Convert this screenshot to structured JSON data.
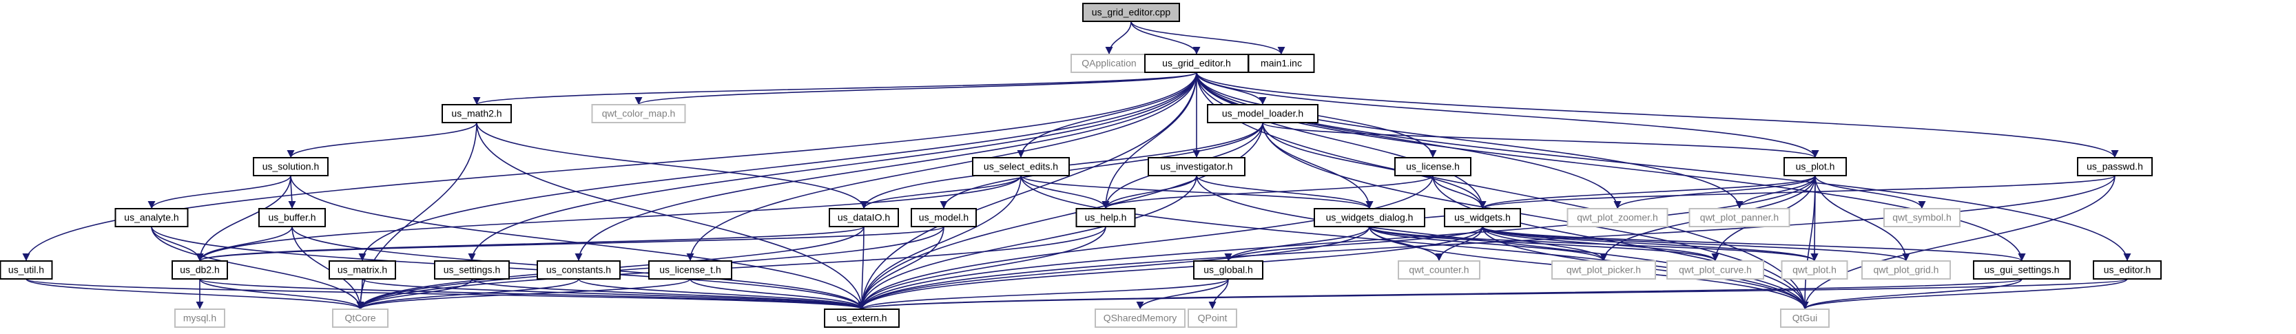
{
  "diagram": {
    "type": "include-dependency-graph",
    "colors": {
      "edge": "#191970",
      "root_fill": "#bfbfbf",
      "node_border": "#000000",
      "external_border": "#bfbfbf",
      "external_text": "#7f7f7f",
      "text": "#000000"
    },
    "nodes": [
      {
        "id": "us_grid_editor_cpp",
        "label": "us_grid_editor.cpp",
        "kind": "root"
      },
      {
        "id": "QApplication",
        "label": "QApplication",
        "kind": "external"
      },
      {
        "id": "us_grid_editor_h",
        "label": "us_grid_editor.h",
        "kind": "file"
      },
      {
        "id": "main1_inc",
        "label": "main1.inc",
        "kind": "file"
      },
      {
        "id": "us_math2_h",
        "label": "us_math2.h",
        "kind": "file"
      },
      {
        "id": "qwt_color_map_h",
        "label": "qwt_color_map.h",
        "kind": "external"
      },
      {
        "id": "us_model_loader_h",
        "label": "us_model_loader.h",
        "kind": "file"
      },
      {
        "id": "us_solution_h",
        "label": "us_solution.h",
        "kind": "file"
      },
      {
        "id": "us_select_edits_h",
        "label": "us_select_edits.h",
        "kind": "file"
      },
      {
        "id": "us_investigator_h",
        "label": "us_investigator.h",
        "kind": "file"
      },
      {
        "id": "us_license_h",
        "label": "us_license.h",
        "kind": "file"
      },
      {
        "id": "us_plot_h",
        "label": "us_plot.h",
        "kind": "file"
      },
      {
        "id": "us_passwd_h",
        "label": "us_passwd.h",
        "kind": "file"
      },
      {
        "id": "us_analyte_h",
        "label": "us_analyte.h",
        "kind": "file"
      },
      {
        "id": "us_buffer_h",
        "label": "us_buffer.h",
        "kind": "file"
      },
      {
        "id": "us_dataIO_h",
        "label": "us_dataIO.h",
        "kind": "file"
      },
      {
        "id": "us_model_h",
        "label": "us_model.h",
        "kind": "file"
      },
      {
        "id": "us_help_h",
        "label": "us_help.h",
        "kind": "file"
      },
      {
        "id": "us_widgets_dialog_h",
        "label": "us_widgets_dialog.h",
        "kind": "file"
      },
      {
        "id": "us_widgets_h",
        "label": "us_widgets.h",
        "kind": "file"
      },
      {
        "id": "qwt_plot_zoomer_h",
        "label": "qwt_plot_zoomer.h",
        "kind": "external"
      },
      {
        "id": "qwt_plot_panner_h",
        "label": "qwt_plot_panner.h",
        "kind": "external"
      },
      {
        "id": "qwt_symbol_h",
        "label": "qwt_symbol.h",
        "kind": "external"
      },
      {
        "id": "us_util_h",
        "label": "us_util.h",
        "kind": "file"
      },
      {
        "id": "us_db2_h",
        "label": "us_db2.h",
        "kind": "file"
      },
      {
        "id": "us_matrix_h",
        "label": "us_matrix.h",
        "kind": "file"
      },
      {
        "id": "us_settings_h",
        "label": "us_settings.h",
        "kind": "file"
      },
      {
        "id": "us_constants_h",
        "label": "us_constants.h",
        "kind": "file"
      },
      {
        "id": "us_license_t_h",
        "label": "us_license_t.h",
        "kind": "file"
      },
      {
        "id": "us_global_h",
        "label": "us_global.h",
        "kind": "file"
      },
      {
        "id": "qwt_counter_h",
        "label": "qwt_counter.h",
        "kind": "external"
      },
      {
        "id": "qwt_plot_picker_h",
        "label": "qwt_plot_picker.h",
        "kind": "external"
      },
      {
        "id": "qwt_plot_curve_h",
        "label": "qwt_plot_curve.h",
        "kind": "external"
      },
      {
        "id": "qwt_plot_h",
        "label": "qwt_plot.h",
        "kind": "external"
      },
      {
        "id": "qwt_plot_grid_h",
        "label": "qwt_plot_grid.h",
        "kind": "external"
      },
      {
        "id": "us_gui_settings_h",
        "label": "us_gui_settings.h",
        "kind": "file"
      },
      {
        "id": "us_editor_h",
        "label": "us_editor.h",
        "kind": "file"
      },
      {
        "id": "mysql_h",
        "label": "mysql.h",
        "kind": "external"
      },
      {
        "id": "QtCore",
        "label": "QtCore",
        "kind": "external"
      },
      {
        "id": "us_extern_h",
        "label": "us_extern.h",
        "kind": "file"
      },
      {
        "id": "QSharedMemory",
        "label": "QSharedMemory",
        "kind": "external"
      },
      {
        "id": "QPoint",
        "label": "QPoint",
        "kind": "external"
      },
      {
        "id": "QtGui",
        "label": "QtGui",
        "kind": "external"
      }
    ],
    "edges": [
      [
        "us_grid_editor_cpp",
        "QApplication"
      ],
      [
        "us_grid_editor_cpp",
        "us_grid_editor_h"
      ],
      [
        "us_grid_editor_cpp",
        "main1_inc"
      ],
      [
        "us_grid_editor_h",
        "us_math2_h"
      ],
      [
        "us_grid_editor_h",
        "qwt_color_map_h"
      ],
      [
        "us_grid_editor_h",
        "us_model_loader_h"
      ],
      [
        "us_grid_editor_h",
        "us_select_edits_h"
      ],
      [
        "us_grid_editor_h",
        "us_investigator_h"
      ],
      [
        "us_grid_editor_h",
        "us_license_h"
      ],
      [
        "us_grid_editor_h",
        "us_plot_h"
      ],
      [
        "us_grid_editor_h",
        "us_passwd_h"
      ],
      [
        "us_grid_editor_h",
        "us_util_h"
      ],
      [
        "us_grid_editor_h",
        "us_matrix_h"
      ],
      [
        "us_grid_editor_h",
        "us_settings_h"
      ],
      [
        "us_grid_editor_h",
        "us_constants_h"
      ],
      [
        "us_grid_editor_h",
        "us_license_t_h"
      ],
      [
        "us_grid_editor_h",
        "us_help_h"
      ],
      [
        "us_grid_editor_h",
        "us_widgets_h"
      ],
      [
        "us_grid_editor_h",
        "us_extern_h"
      ],
      [
        "us_grid_editor_h",
        "qwt_plot_zoomer_h"
      ],
      [
        "us_grid_editor_h",
        "qwt_plot_panner_h"
      ],
      [
        "us_grid_editor_h",
        "us_gui_settings_h"
      ],
      [
        "us_grid_editor_h",
        "us_editor_h"
      ],
      [
        "us_grid_editor_h",
        "QtGui"
      ],
      [
        "us_math2_h",
        "us_solution_h"
      ],
      [
        "us_math2_h",
        "us_dataIO_h"
      ],
      [
        "us_math2_h",
        "QtCore"
      ],
      [
        "us_math2_h",
        "us_extern_h"
      ],
      [
        "us_solution_h",
        "us_analyte_h"
      ],
      [
        "us_solution_h",
        "us_buffer_h"
      ],
      [
        "us_solution_h",
        "us_db2_h"
      ],
      [
        "us_solution_h",
        "us_extern_h"
      ],
      [
        "us_analyte_h",
        "us_db2_h"
      ],
      [
        "us_analyte_h",
        "QtCore"
      ],
      [
        "us_analyte_h",
        "us_extern_h"
      ],
      [
        "us_buffer_h",
        "us_db2_h"
      ],
      [
        "us_buffer_h",
        "QtCore"
      ],
      [
        "us_buffer_h",
        "us_extern_h"
      ],
      [
        "us_db2_h",
        "mysql_h"
      ],
      [
        "us_db2_h",
        "QtCore"
      ],
      [
        "us_db2_h",
        "us_extern_h"
      ],
      [
        "us_util_h",
        "QtCore"
      ],
      [
        "us_util_h",
        "us_extern_h"
      ],
      [
        "us_matrix_h",
        "QtCore"
      ],
      [
        "us_matrix_h",
        "us_extern_h"
      ],
      [
        "us_settings_h",
        "QtCore"
      ],
      [
        "us_settings_h",
        "us_extern_h"
      ],
      [
        "us_constants_h",
        "QtCore"
      ],
      [
        "us_constants_h",
        "us_extern_h"
      ],
      [
        "us_license_t_h",
        "QtCore"
      ],
      [
        "us_license_t_h",
        "us_extern_h"
      ],
      [
        "us_dataIO_h",
        "us_db2_h"
      ],
      [
        "us_dataIO_h",
        "us_extern_h"
      ],
      [
        "us_dataIO_h",
        "QtCore"
      ],
      [
        "us_model_h",
        "us_db2_h"
      ],
      [
        "us_model_h",
        "us_extern_h"
      ],
      [
        "us_model_h",
        "QtCore"
      ],
      [
        "us_model_loader_h",
        "us_model_h"
      ],
      [
        "us_model_loader_h",
        "us_dataIO_h"
      ],
      [
        "us_model_loader_h",
        "us_help_h"
      ],
      [
        "us_model_loader_h",
        "us_widgets_dialog_h"
      ],
      [
        "us_model_loader_h",
        "us_widgets_h"
      ],
      [
        "us_model_loader_h",
        "us_plot_h"
      ],
      [
        "us_model_loader_h",
        "us_extern_h"
      ],
      [
        "us_model_loader_h",
        "QtGui"
      ],
      [
        "us_select_edits_h",
        "us_db2_h"
      ],
      [
        "us_select_edits_h",
        "us_dataIO_h"
      ],
      [
        "us_select_edits_h",
        "us_help_h"
      ],
      [
        "us_select_edits_h",
        "us_widgets_dialog_h"
      ],
      [
        "us_select_edits_h",
        "us_extern_h"
      ],
      [
        "us_select_edits_h",
        "QtGui"
      ],
      [
        "us_investigator_h",
        "us_help_h"
      ],
      [
        "us_investigator_h",
        "us_widgets_dialog_h"
      ],
      [
        "us_investigator_h",
        "us_extern_h"
      ],
      [
        "us_investigator_h",
        "QtGui"
      ],
      [
        "us_license_h",
        "us_help_h"
      ],
      [
        "us_license_h",
        "us_widgets_h"
      ],
      [
        "us_license_h",
        "us_extern_h"
      ],
      [
        "us_license_h",
        "QtGui"
      ],
      [
        "us_help_h",
        "us_extern_h"
      ],
      [
        "us_help_h",
        "QtCore"
      ],
      [
        "us_widgets_dialog_h",
        "us_widgets_h"
      ],
      [
        "us_widgets_dialog_h",
        "us_global_h"
      ],
      [
        "us_widgets_dialog_h",
        "qwt_counter_h"
      ],
      [
        "us_widgets_dialog_h",
        "qwt_plot_picker_h"
      ],
      [
        "us_widgets_dialog_h",
        "qwt_plot_curve_h"
      ],
      [
        "us_widgets_dialog_h",
        "qwt_plot_h"
      ],
      [
        "us_widgets_dialog_h",
        "us_extern_h"
      ],
      [
        "us_widgets_dialog_h",
        "QtGui"
      ],
      [
        "us_widgets_h",
        "us_global_h"
      ],
      [
        "us_widgets_h",
        "qwt_counter_h"
      ],
      [
        "us_widgets_h",
        "qwt_plot_picker_h"
      ],
      [
        "us_widgets_h",
        "qwt_plot_curve_h"
      ],
      [
        "us_widgets_h",
        "qwt_plot_h"
      ],
      [
        "us_widgets_h",
        "qwt_plot_grid_h"
      ],
      [
        "us_widgets_h",
        "us_gui_settings_h"
      ],
      [
        "us_widgets_h",
        "us_extern_h"
      ],
      [
        "us_widgets_h",
        "QtGui"
      ],
      [
        "us_global_h",
        "QSharedMemory"
      ],
      [
        "us_global_h",
        "QPoint"
      ],
      [
        "us_global_h",
        "us_extern_h"
      ],
      [
        "us_plot_h",
        "us_widgets_h"
      ],
      [
        "us_plot_h",
        "qwt_plot_zoomer_h"
      ],
      [
        "us_plot_h",
        "qwt_plot_panner_h"
      ],
      [
        "us_plot_h",
        "qwt_symbol_h"
      ],
      [
        "us_plot_h",
        "qwt_plot_picker_h"
      ],
      [
        "us_plot_h",
        "qwt_plot_curve_h"
      ],
      [
        "us_plot_h",
        "qwt_plot_h"
      ],
      [
        "us_plot_h",
        "qwt_plot_grid_h"
      ],
      [
        "us_plot_h",
        "us_extern_h"
      ],
      [
        "us_plot_h",
        "QtGui"
      ],
      [
        "us_passwd_h",
        "us_widgets_h"
      ],
      [
        "us_passwd_h",
        "us_extern_h"
      ],
      [
        "us_passwd_h",
        "QtGui"
      ],
      [
        "us_gui_settings_h",
        "us_extern_h"
      ],
      [
        "us_gui_settings_h",
        "QtGui"
      ],
      [
        "us_editor_h",
        "us_extern_h"
      ],
      [
        "us_editor_h",
        "QtGui"
      ]
    ]
  }
}
